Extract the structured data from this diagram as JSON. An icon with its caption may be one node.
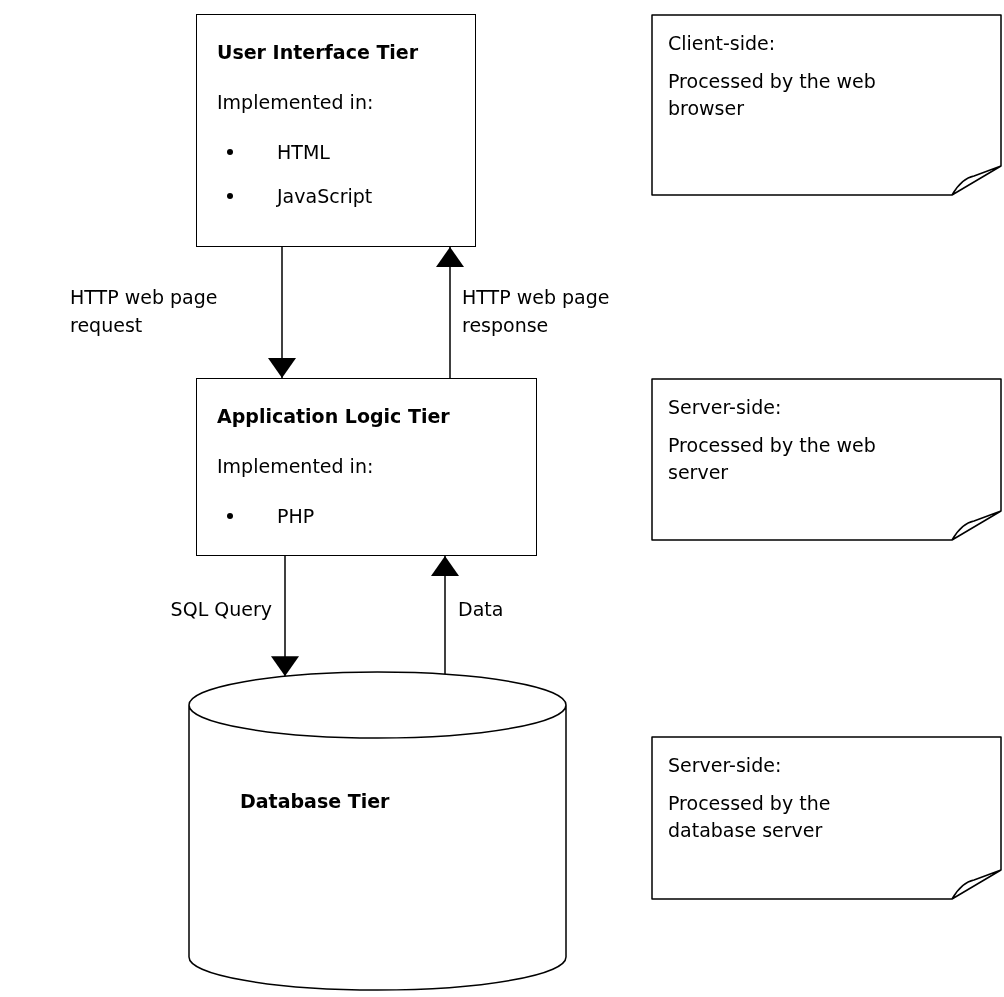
{
  "diagram": {
    "nodes": [
      {
        "text": [
          "User Interface Tier",
          "Implemented in:",
          "HTML",
          "JavaScript"
        ]
      },
      {
        "text": [
          "Application Logic Tier",
          "Implemented in:",
          "PHP"
        ]
      },
      {
        "text": [
          "Database Tier"
        ]
      },
      {
        "text": [
          "Client-side:",
          "Processed by the web browser"
        ]
      },
      {
        "text": [
          "Server-side:",
          "Processed by the web server"
        ]
      },
      {
        "text": [
          "Server-side:",
          "Processed by the database server"
        ]
      }
    ],
    "edges": [
      {
        "from": 0,
        "to": 1,
        "arrow": "to",
        "label": "HTTP web page request"
      },
      {
        "from": 1,
        "to": 0,
        "arrow": "to",
        "label": "HTTP web page response"
      },
      {
        "from": 1,
        "to": 2,
        "arrow": "to",
        "label": "SQL Query"
      },
      {
        "from": 2,
        "to": 1,
        "arrow": "to",
        "label": "Data"
      }
    ]
  }
}
